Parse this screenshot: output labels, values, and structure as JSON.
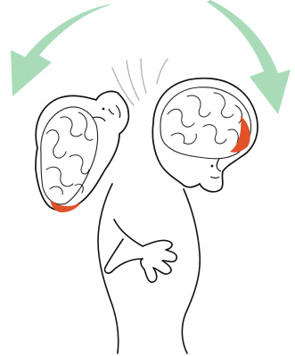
{
  "colors": {
    "arrow": "#a9dbb9",
    "outline": "#111111",
    "brain_fold": "#222222",
    "injury": "#e0522a",
    "motion_lines": "#b5b5b5",
    "background": "#ffffff"
  },
  "icons": {
    "left_arrow": "curved-arrow-counterclockwise",
    "right_arrow": "curved-arrow-clockwise",
    "motion": "whiplash-motion-lines"
  }
}
